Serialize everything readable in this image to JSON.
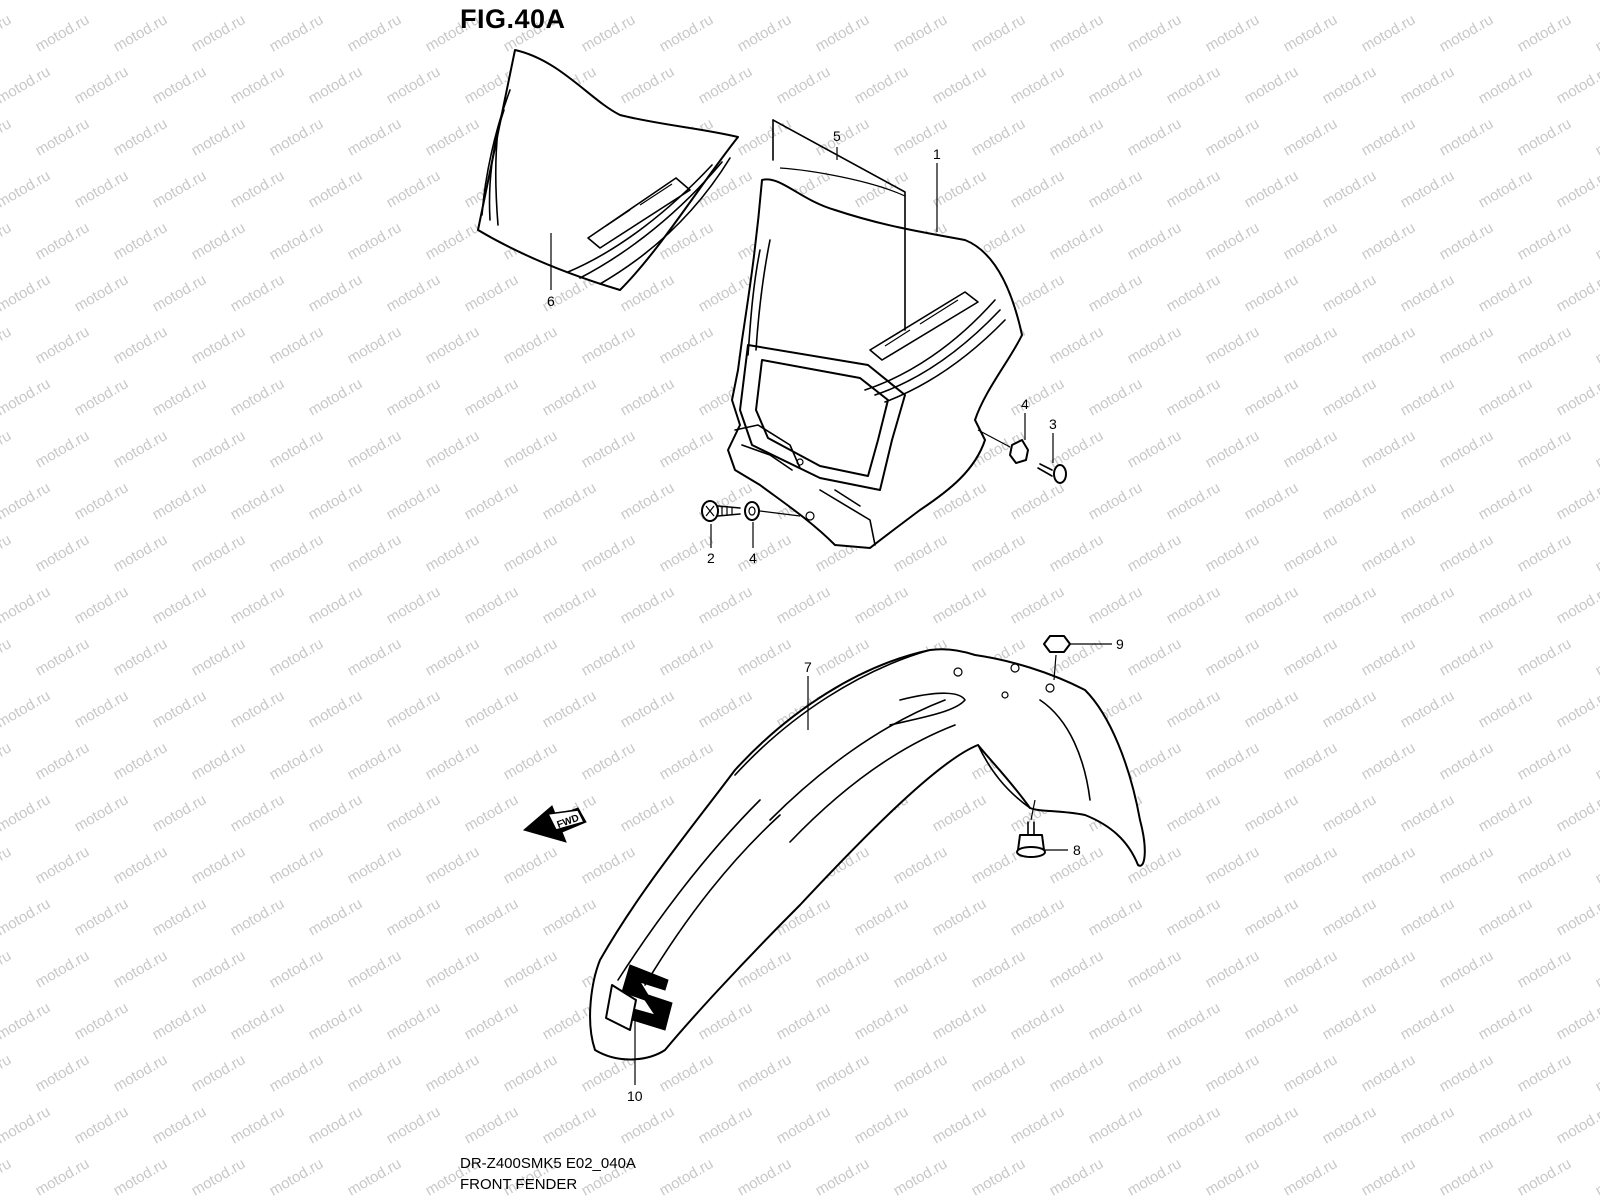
{
  "figure": {
    "title": "FIG.40A",
    "model_code": "DR-Z400SMK5 E02_040A",
    "caption": "FRONT FENDER"
  },
  "watermark": {
    "text": "motod.ru",
    "color": "#c8c8c8"
  },
  "callouts": [
    {
      "id": "callout-1",
      "label": "1"
    },
    {
      "id": "callout-2",
      "label": "2"
    },
    {
      "id": "callout-3",
      "label": "3"
    },
    {
      "id": "callout-4a",
      "label": "4"
    },
    {
      "id": "callout-4b",
      "label": "4"
    },
    {
      "id": "callout-5",
      "label": "5"
    },
    {
      "id": "callout-6",
      "label": "6"
    },
    {
      "id": "callout-7",
      "label": "7"
    },
    {
      "id": "callout-8",
      "label": "8"
    },
    {
      "id": "callout-9",
      "label": "9"
    },
    {
      "id": "callout-10",
      "label": "10"
    }
  ],
  "direction_arrow": {
    "label": "FWD"
  }
}
